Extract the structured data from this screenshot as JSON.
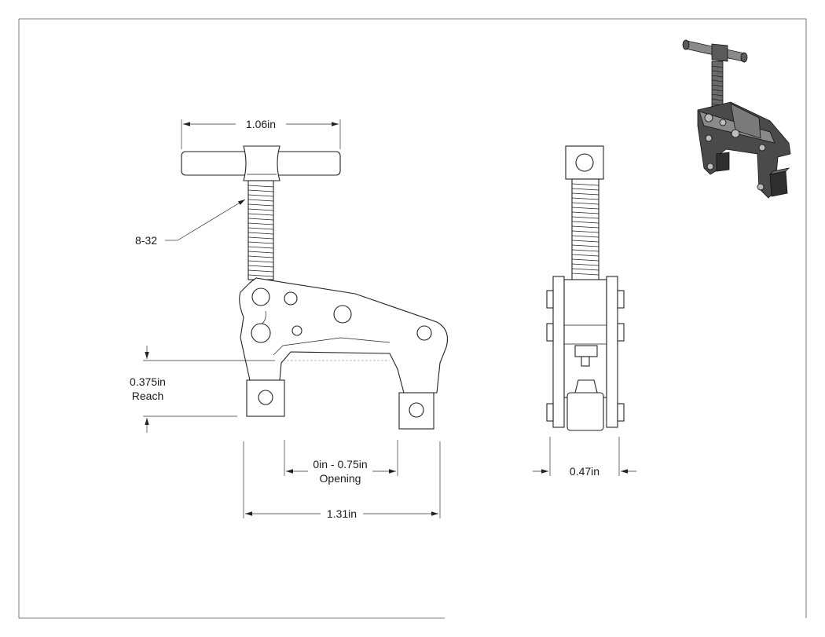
{
  "drawing": {
    "dimensions": {
      "handle_width": "1.06in",
      "thread": "8-32",
      "reach_value": "0.375in",
      "reach_label": "Reach",
      "opening_value": "0in - 0.75in",
      "opening_label": "Opening",
      "overall_width": "1.31in",
      "side_thickness": "0.47in"
    },
    "colors": {
      "line": "#222222",
      "iso_dark": "#3c3c3c",
      "iso_mid": "#5a5a5a",
      "iso_light": "#8a8a8a"
    }
  }
}
